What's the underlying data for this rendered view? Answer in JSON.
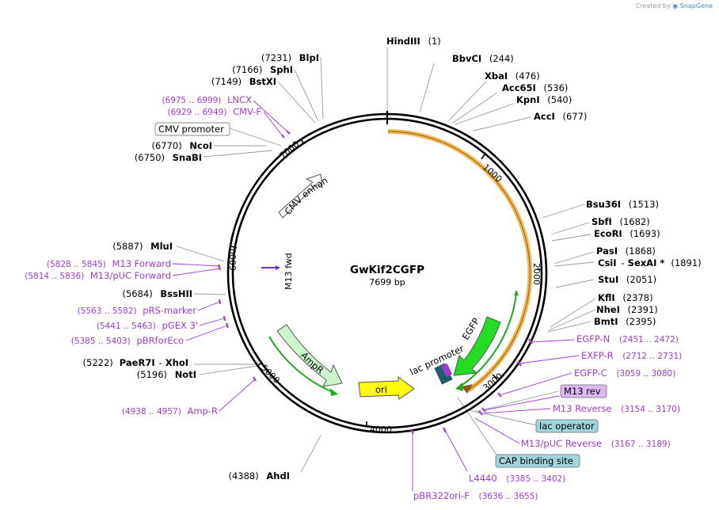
{
  "plasmid": {
    "name": "GwKif2CGFP",
    "length_label": "7699 bp",
    "length": 7699
  },
  "credit": {
    "prefix": "Created by",
    "brand": "SnapGene"
  },
  "ruler": [
    "1000",
    "2000",
    "3000",
    "4000",
    "5000",
    "6000",
    "7000"
  ],
  "enzymes": [
    {
      "name": "HindIII",
      "pos": "(1)"
    },
    {
      "name": "BbvCI",
      "pos": "(244)"
    },
    {
      "name": "XbaI",
      "pos": "(476)"
    },
    {
      "name": "Acc65I",
      "pos": "(536)"
    },
    {
      "name": "KpnI",
      "pos": "(540)"
    },
    {
      "name": "AccI",
      "pos": "(677)"
    },
    {
      "name": "Bsu36I",
      "pos": "(1513)"
    },
    {
      "name": "SbfI",
      "pos": "(1682)"
    },
    {
      "name": "EcoRI",
      "pos": "(1693)"
    },
    {
      "name": "PasI",
      "pos": "(1868)"
    },
    {
      "name": "CsiI",
      "name2": "SexAI *",
      "pos": "(1891)"
    },
    {
      "name": "StuI",
      "pos": "(2051)"
    },
    {
      "name": "KflI",
      "pos": "(2378)"
    },
    {
      "name": "NheI",
      "pos": "(2391)"
    },
    {
      "name": "BmtI",
      "pos": "(2395)"
    },
    {
      "name": "AhdI",
      "pos": "(4388)"
    },
    {
      "name": "NotI",
      "pos": "(5196)"
    },
    {
      "name": "PaeR7I",
      "name2": "XhoI",
      "pos": "(5222)"
    },
    {
      "name": "BssHII",
      "pos": "(5684)"
    },
    {
      "name": "MluI",
      "pos": "(5887)"
    },
    {
      "name": "SnaBI",
      "pos": "(6750)"
    },
    {
      "name": "NcoI",
      "pos": "(6770)"
    },
    {
      "name": "BstXI",
      "pos": "(7149)"
    },
    {
      "name": "SphI",
      "pos": "(7166)"
    },
    {
      "name": "BlpI",
      "pos": "(7231)"
    }
  ],
  "primers": [
    {
      "name": "LNCX",
      "pos": "(6975 .. 6999)"
    },
    {
      "name": "CMV-F",
      "pos": "(6929 .. 6949)"
    },
    {
      "name": "M13 Forward",
      "pos": "(5828 .. 5845)"
    },
    {
      "name": "M13/pUC Forward",
      "pos": "(5814 .. 5836)"
    },
    {
      "name": "pRS-marker",
      "pos": "(5563 .. 5582)"
    },
    {
      "name": "pGEX 3'",
      "pos": "(5441 .. 5463)"
    },
    {
      "name": "pBRforEco",
      "pos": "(5385 .. 5403)"
    },
    {
      "name": "Amp-R",
      "pos": "(4938 .. 4957)"
    },
    {
      "name": "EGFP-N",
      "pos": "(2451 .. 2472)"
    },
    {
      "name": "EXFP-R",
      "pos": "(2712 .. 2731)"
    },
    {
      "name": "EGFP-C",
      "pos": "(3059 .. 3080)"
    },
    {
      "name": "M13 Reverse",
      "pos": "(3154 .. 3170)"
    },
    {
      "name": "M13/pUC Reverse",
      "pos": "(3167 .. 3189)"
    },
    {
      "name": "L4440",
      "pos": "(3385 .. 3402)"
    },
    {
      "name": "pBR322ori-F",
      "pos": "(3636 .. 3655)"
    }
  ],
  "boxed_features": [
    {
      "name": "CMV promoter",
      "color": "#ffffff"
    },
    {
      "name": "M13 rev",
      "color": "#dcb8f0"
    },
    {
      "name": "lac operator",
      "color": "#9fd4dc"
    },
    {
      "name": "CAP binding site",
      "color": "#9fd4dc"
    }
  ],
  "inner_features": [
    {
      "name": "CMV enhancer",
      "color": "#ffffff"
    },
    {
      "name": "M13 fwd",
      "color": "#7a2fb3"
    },
    {
      "name": "AmpR",
      "color": "#ccf5cc"
    },
    {
      "name": "ori",
      "color": "#ffff00"
    },
    {
      "name": "EGFP",
      "color": "#22dd22"
    },
    {
      "name": "lac promoter",
      "color": "#1f5f6e"
    }
  ],
  "colors": {
    "enzyme": "#000000",
    "primer": "#a03bd6",
    "leader": "#9a9a9a",
    "insert": "#f5b955"
  }
}
